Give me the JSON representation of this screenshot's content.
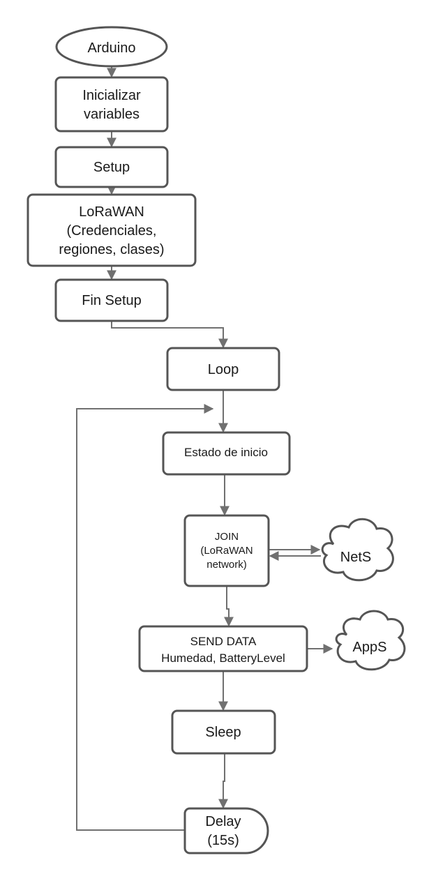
{
  "nodes": {
    "arduino": "Arduino",
    "inicializar": [
      "Inicializar",
      "variables"
    ],
    "setup": "Setup",
    "lorawan": [
      "LoRaWAN",
      "(Credenciales,",
      "regiones, clases)"
    ],
    "fin_setup": "Fin Setup",
    "loop": "Loop",
    "estado_inicio": "Estado de inicio",
    "join": [
      "JOIN",
      "(LoRaWAN",
      "network)"
    ],
    "send_data": [
      "SEND DATA",
      "Humedad, BatteryLevel"
    ],
    "sleep": "Sleep",
    "delay": [
      "Delay",
      "(15s)"
    ],
    "nets": "NetS",
    "apps": "AppS"
  },
  "colors": {
    "stroke": "#555555",
    "edge": "#707070",
    "fill": "#ffffff",
    "text": "#1a1a1a"
  }
}
